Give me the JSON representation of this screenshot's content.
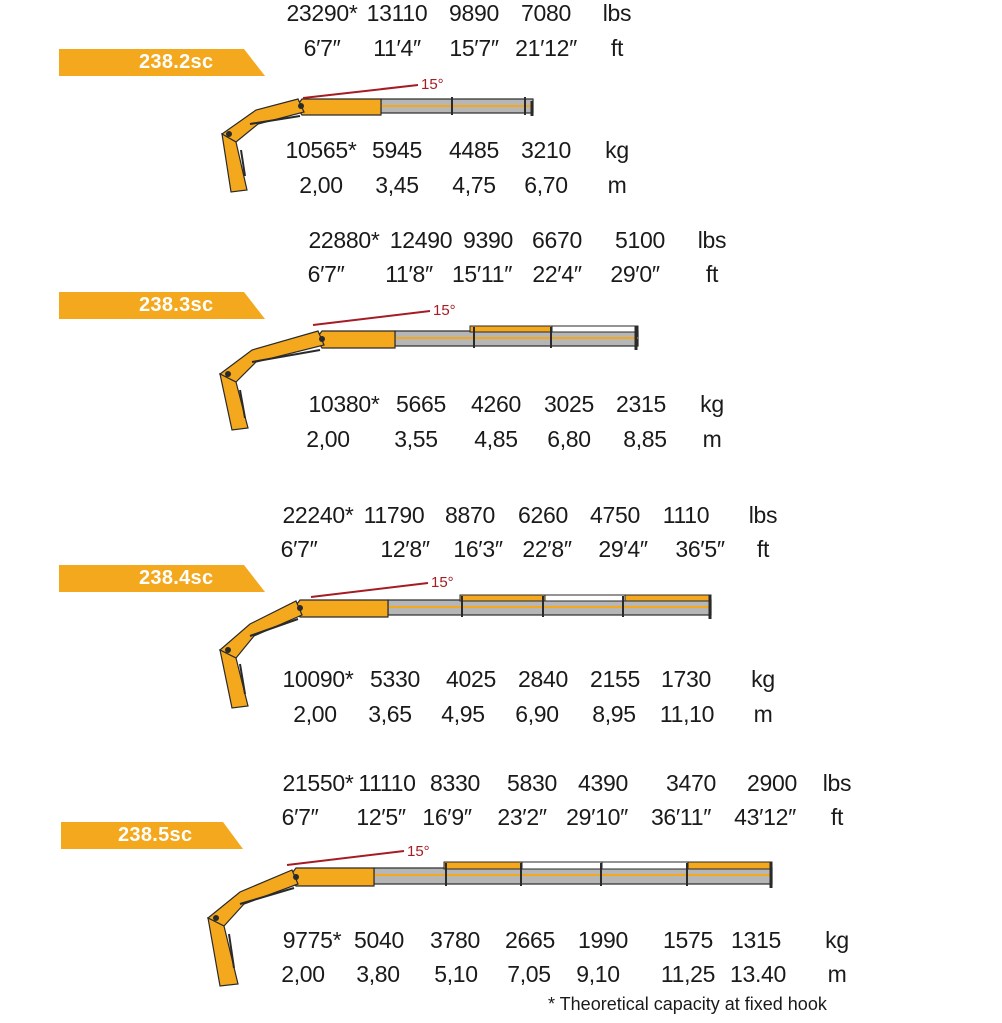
{
  "colors": {
    "banner": "#f4a81d",
    "crane_body": "#f4a81d",
    "crane_outline": "#2a2a2a",
    "extension_fill": "#b6b6b6",
    "angle_line": "#a51c24"
  },
  "footnote": "* Theoretical capacity at fixed hook",
  "models": [
    {
      "name": "238.2sc",
      "angle": "15°",
      "unit_lbs": "lbs",
      "unit_ft": "ft",
      "unit_kg": "kg",
      "unit_m": "m",
      "lbs": [
        "23290*",
        "13110",
        "9890",
        "7080"
      ],
      "ft": [
        "6′7″",
        "11′4″",
        "15′7″",
        "21′12″"
      ],
      "kg": [
        "10565*",
        "5945",
        "4485",
        "3210"
      ],
      "m": [
        "2,00",
        "3,45",
        "4,75",
        "6,70"
      ]
    },
    {
      "name": "238.3sc",
      "angle": "15°",
      "unit_lbs": "lbs",
      "unit_ft": "ft",
      "unit_kg": "kg",
      "unit_m": "m",
      "lbs": [
        "22880*",
        "12490",
        "9390",
        "6670",
        "5100"
      ],
      "ft": [
        "6′7″",
        "11′8″",
        "15′11″",
        "22′4″",
        "29′0″"
      ],
      "kg": [
        "10380*",
        "5665",
        "4260",
        "3025",
        "2315"
      ],
      "m": [
        "2,00",
        "3,55",
        "4,85",
        "6,80",
        "8,85"
      ]
    },
    {
      "name": "238.4sc",
      "angle": "15°",
      "unit_lbs": "lbs",
      "unit_ft": "ft",
      "unit_kg": "kg",
      "unit_m": "m",
      "lbs": [
        "22240*",
        "11790",
        "8870",
        "6260",
        "4750",
        "1110"
      ],
      "ft": [
        "6′7″",
        "12′8″",
        "16′3″",
        "22′8″",
        "29′4″",
        "36′5″"
      ],
      "kg": [
        "10090*",
        "5330",
        "4025",
        "2840",
        "2155",
        "1730"
      ],
      "m": [
        "2,00",
        "3,65",
        "4,95",
        "6,90",
        "8,95",
        "11,10"
      ]
    },
    {
      "name": "238.5sc",
      "angle": "15°",
      "unit_lbs": "lbs",
      "unit_ft": "ft",
      "unit_kg": "kg",
      "unit_m": "m",
      "lbs": [
        "21550*",
        "11110",
        "8330",
        "5830",
        "4390",
        "3470",
        "2900"
      ],
      "ft": [
        "6′7″",
        "12′5″",
        "16′9″",
        "23′2″",
        "29′10″",
        "36′11″",
        "43′12″"
      ],
      "kg": [
        "9775*",
        "5040",
        "3780",
        "2665",
        "1990",
        "1575",
        "1315"
      ],
      "m": [
        "2,00",
        "3,80",
        "5,10",
        "7,05",
        "9,10",
        "11,25",
        "13.40"
      ]
    }
  ]
}
